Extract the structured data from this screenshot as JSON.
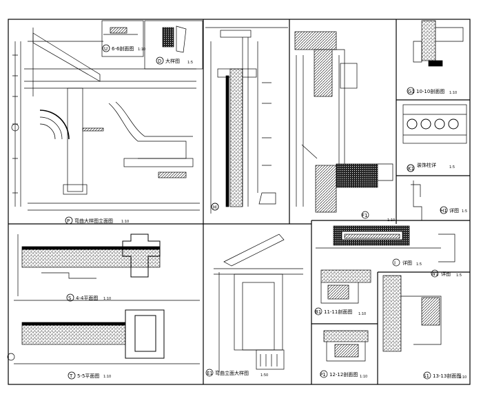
{
  "sheet": {
    "views": [
      {
        "id": "u6",
        "mark": "U",
        "title": "6-6剖面图",
        "scale": "1:10"
      },
      {
        "id": "d",
        "mark": "D",
        "title": "大样图",
        "scale": "1:5"
      },
      {
        "id": "p",
        "mark": "P",
        "title": "弯曲大样图立面图",
        "scale": "1:10"
      },
      {
        "id": "h",
        "mark": "H",
        "title": "",
        "scale": ""
      },
      {
        "id": "f1",
        "mark": "F1",
        "title": "",
        "scale": "1:10"
      },
      {
        "id": "g1",
        "mark": "G1",
        "title": "10-10剖面图",
        "scale": "1:10"
      },
      {
        "id": "k1",
        "mark": "K1",
        "title": "装饰柱详",
        "scale": "1:5"
      },
      {
        "id": "h1",
        "mark": "H1",
        "title": "详图",
        "scale": "1:5"
      },
      {
        "id": "s",
        "mark": "S",
        "title": "4-4平面图",
        "scale": "1:10"
      },
      {
        "id": "t",
        "mark": "T",
        "title": "5-5平面图",
        "scale": "1:10"
      },
      {
        "id": "e1",
        "mark": "E1",
        "title": "弯曲立面大样图",
        "scale": "1:50"
      },
      {
        "id": "i",
        "mark": "I",
        "title": "详图",
        "scale": "1:5"
      },
      {
        "id": "b1",
        "mark": "B1",
        "title": "11-11剖面图",
        "scale": "1:10"
      },
      {
        "id": "w1",
        "mark": "W1",
        "title": "详图",
        "scale": "1:5"
      },
      {
        "id": "p1",
        "mark": "P1",
        "title": "12-12剖面图",
        "scale": "1:10"
      },
      {
        "id": "s1",
        "mark": "S1",
        "title": "13-13剖面图",
        "scale": "1:10"
      }
    ]
  }
}
